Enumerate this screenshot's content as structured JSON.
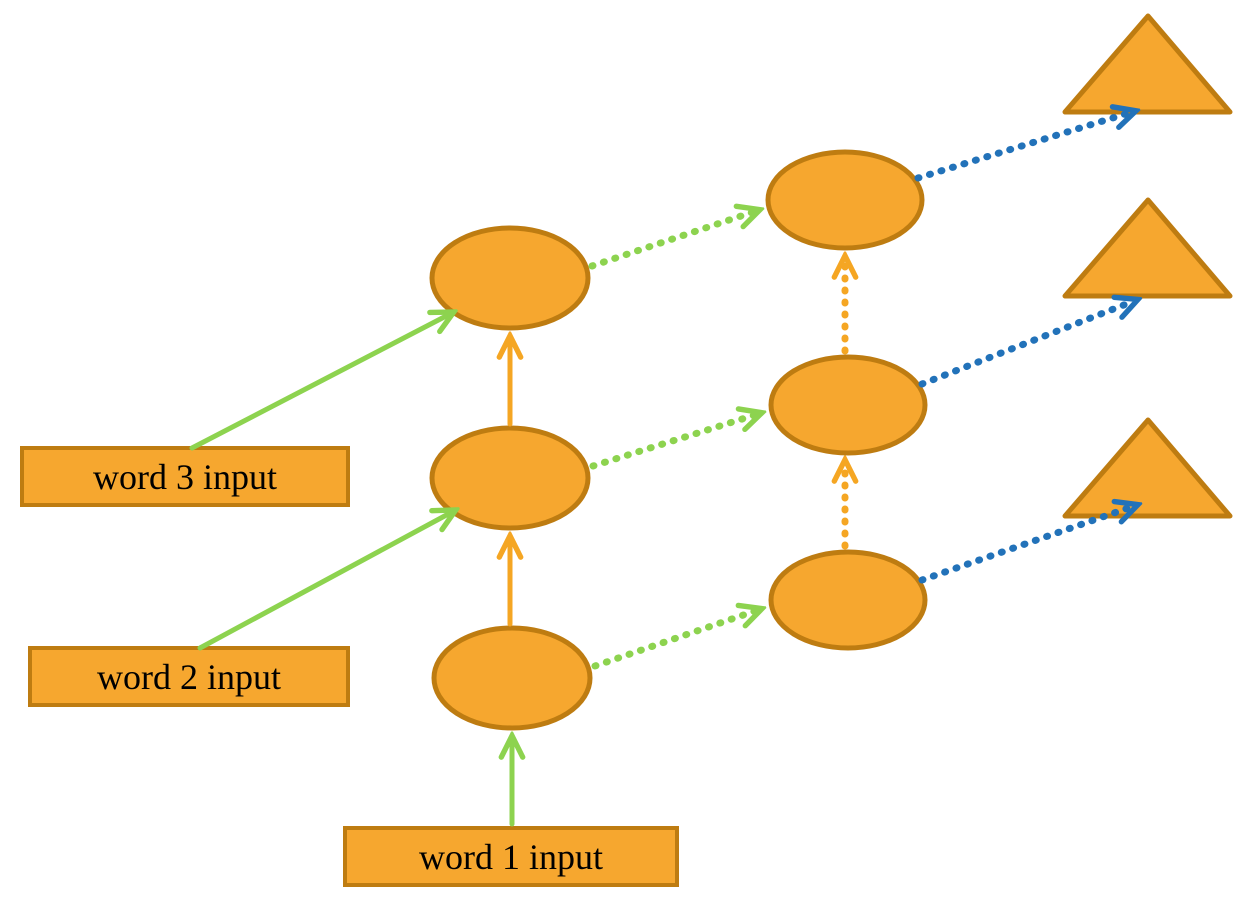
{
  "diagram": {
    "inputs": [
      {
        "id": "word3",
        "label": "word 3 input"
      },
      {
        "id": "word2",
        "label": "word 2 input"
      },
      {
        "id": "word1",
        "label": "word 1 input"
      }
    ],
    "structure": {
      "input_boxes": {
        "shape": "rectangle",
        "count": 3
      },
      "hidden_nodes": {
        "shape": "ellipse",
        "columns": 2,
        "per_column": 3
      },
      "outputs": {
        "shape": "triangle",
        "count": 3
      }
    },
    "edges": [
      {
        "from": "word3-input-box",
        "to": "hidden-left-top",
        "style": "solid",
        "color": "green"
      },
      {
        "from": "word2-input-box",
        "to": "hidden-left-middle",
        "style": "solid",
        "color": "green"
      },
      {
        "from": "word1-input-box",
        "to": "hidden-left-bottom",
        "style": "solid",
        "color": "green"
      },
      {
        "from": "hidden-left-bottom",
        "to": "hidden-left-middle",
        "style": "solid",
        "color": "orange"
      },
      {
        "from": "hidden-left-middle",
        "to": "hidden-left-top",
        "style": "solid",
        "color": "orange"
      },
      {
        "from": "hidden-left-top",
        "to": "hidden-right-top",
        "style": "dotted",
        "color": "green"
      },
      {
        "from": "hidden-left-middle",
        "to": "hidden-right-middle",
        "style": "dotted",
        "color": "green"
      },
      {
        "from": "hidden-left-bottom",
        "to": "hidden-right-bottom",
        "style": "dotted",
        "color": "green"
      },
      {
        "from": "hidden-right-bottom",
        "to": "hidden-right-middle",
        "style": "dotted",
        "color": "orange"
      },
      {
        "from": "hidden-right-middle",
        "to": "hidden-right-top",
        "style": "dotted",
        "color": "orange"
      },
      {
        "from": "hidden-right-top",
        "to": "output-triangle-top",
        "style": "dotted",
        "color": "blue"
      },
      {
        "from": "hidden-right-middle",
        "to": "output-triangle-middle",
        "style": "dotted",
        "color": "blue"
      },
      {
        "from": "hidden-right-bottom",
        "to": "output-triangle-bottom",
        "style": "dotted",
        "color": "blue"
      }
    ],
    "colors": {
      "node_fill": "#F6A72F",
      "node_stroke": "#BE7C11",
      "green_arrow": "#8DD34F",
      "orange_arrow": "#F5A623",
      "blue_arrow": "#2272B9",
      "label_text": "#000000"
    }
  }
}
